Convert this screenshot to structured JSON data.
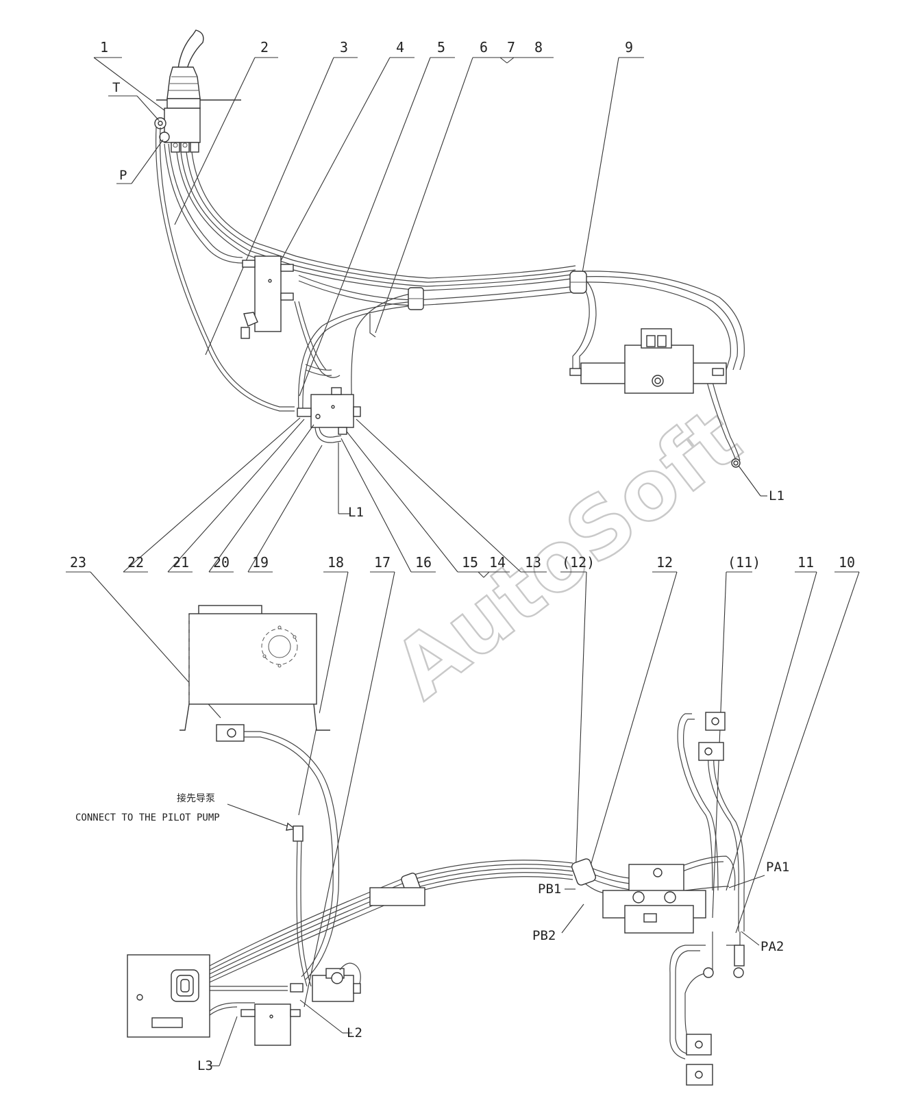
{
  "watermark": "AutoSoft",
  "callouts_top": [
    "1",
    "2",
    "3",
    "4",
    "5",
    "6",
    "7",
    "8",
    "9"
  ],
  "callouts_mid": [
    "23",
    "22",
    "21",
    "20",
    "19",
    "18",
    "17",
    "16",
    "15",
    "14",
    "13",
    "(12)",
    "12",
    "(11)",
    "11",
    "10"
  ],
  "ports": {
    "T": "T",
    "P": "P",
    "L1_top": "L1",
    "L1_mid": "L1",
    "L2": "L2",
    "L3": "L3",
    "PA1": "PA1",
    "PA2": "PA2",
    "PB1": "PB1",
    "PB2": "PB2"
  },
  "note": {
    "zh": "接先导泵",
    "en": "CONNECT TO THE PILOT PUMP"
  }
}
